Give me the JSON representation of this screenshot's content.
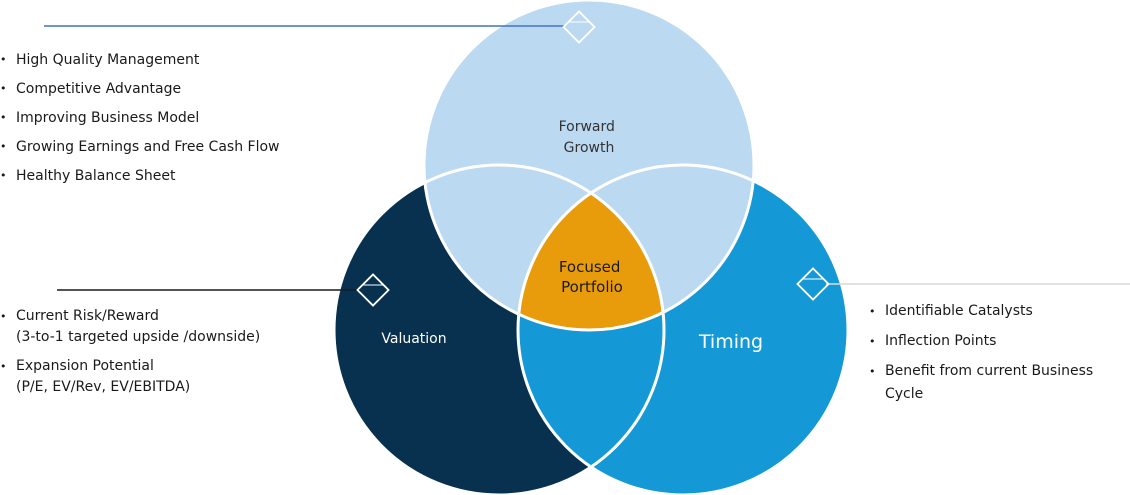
{
  "circles": {
    "top": {
      "label_line1": "Forward",
      "label_line2": "Growth",
      "color": "#bcd9f2"
    },
    "left": {
      "label": "Valuation",
      "color": "#07314f"
    },
    "right": {
      "label": "Timing",
      "color": "#1599d6"
    },
    "center": {
      "label_line1": "Focused",
      "label_line2": "Portfolio",
      "color": "#e89c0c"
    }
  },
  "lists": {
    "growth": [
      "High Quality Management",
      "Competitive Advantage",
      "Improving Business Model",
      "Growing Earnings and Free Cash Flow",
      "Healthy Balance Sheet"
    ],
    "valuation": [
      {
        "line1": "Current Risk/Reward",
        "line2": "(3-to-1 targeted upside /downside)"
      },
      {
        "line1": "Expansion Potential",
        "line2": "(P/E, EV/Rev, EV/EBITDA)"
      }
    ],
    "timing": [
      {
        "line1": "Identifiable Catalysts",
        "line2": ""
      },
      {
        "line1": "Inflection Points",
        "line2": ""
      },
      {
        "line1": "Benefit from current Business",
        "line2": "Cycle"
      }
    ]
  },
  "colors": {
    "connector_top": "#4472c4",
    "connector_left": "#1a1a1a",
    "connector_right": "#d9d9d9",
    "outline": "#ffffff"
  },
  "icons": [
    "diamond-marker-icon",
    "diamond-marker-icon",
    "diamond-marker-icon"
  ]
}
